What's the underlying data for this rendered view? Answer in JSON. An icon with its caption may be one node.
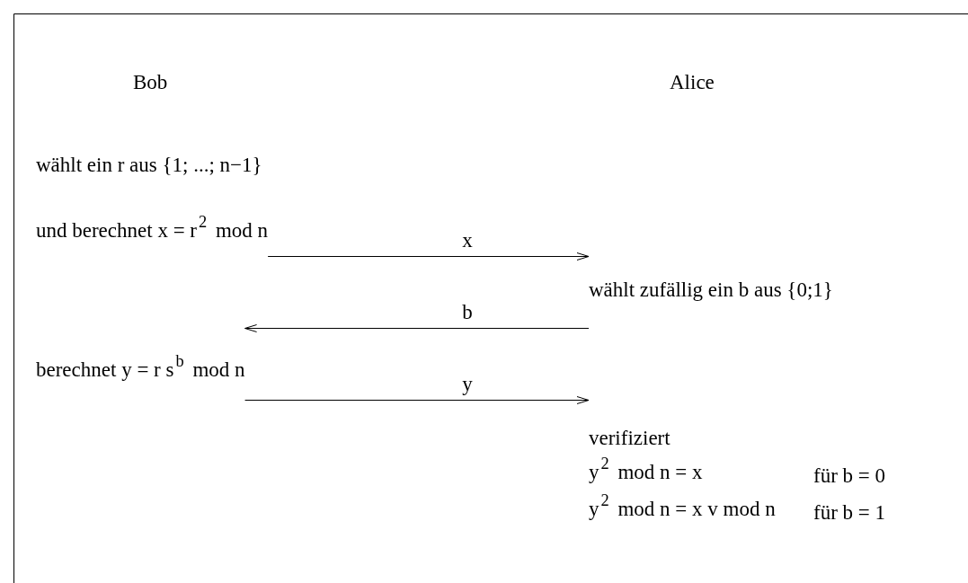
{
  "diagram": {
    "nodes": [
      {
        "text": [
          "und berechnet x = r$^{2}$ mod n"
        ]
      },
      {
        "text": [
          "wählt zufällig ein b aus {0;1}"
        ]
      },
      {
        "text": [
          "berechnet y = r s$^{b}$ mod n"
        ]
      },
      {
        "text": [
          "verifiziert"
        ]
      }
    ],
    "edges": [
      {
        "from": 0,
        "to": 1,
        "arrow": "to",
        "label": "x"
      },
      {
        "from": 1,
        "to": 2,
        "arrow": "to",
        "label": "b"
      },
      {
        "from": 2,
        "to": 3,
        "arrow": "to",
        "label": "y"
      }
    ],
    "labels": [
      "Bob",
      "Alice",
      "wählt ein r aus {1; ...; n−1}",
      "y$^{2}$ mod n = x",
      "für b = 0",
      "y$^{2}$ mod n = x v mod n",
      "für b = 1"
    ]
  }
}
